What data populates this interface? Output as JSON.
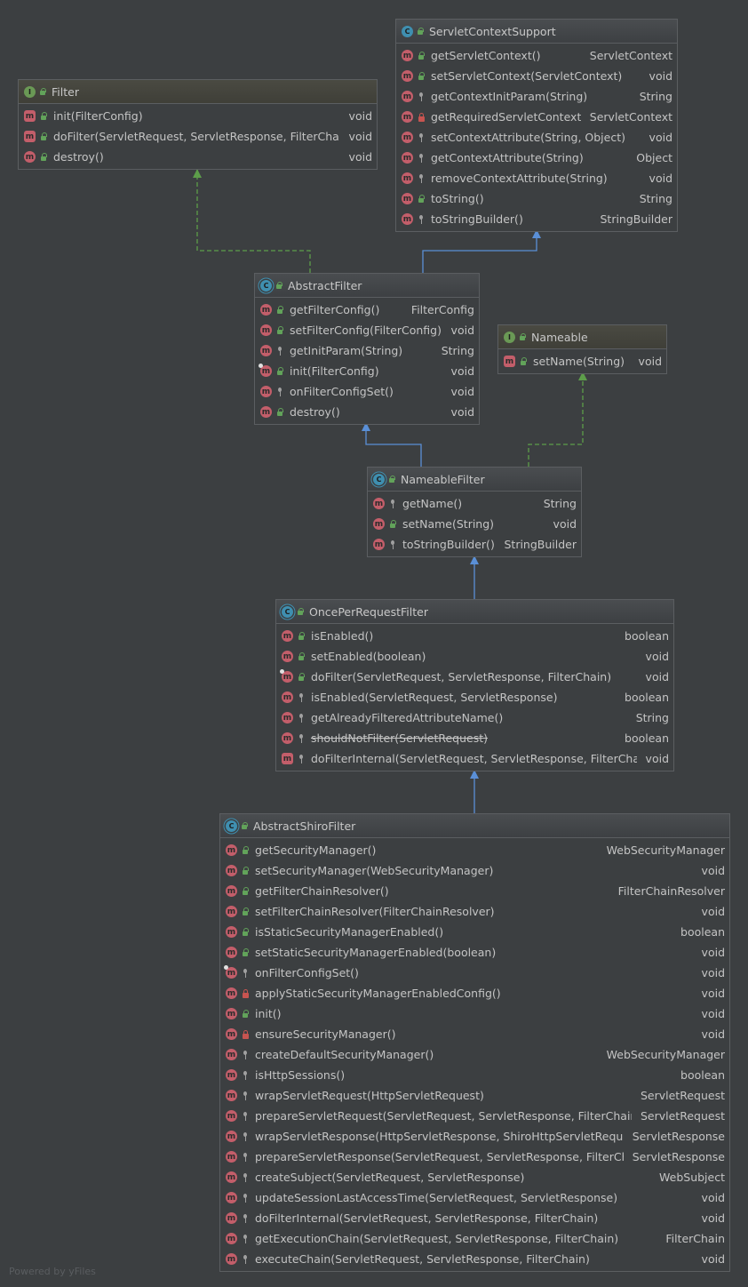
{
  "diagram": {
    "classes": [
      {
        "id": "filter",
        "kind": "interface",
        "kind_letter": "I",
        "title": "Filter",
        "methods": [
          {
            "name": "init(FilterConfig)",
            "ret": "void",
            "vis": "pub",
            "abs": true
          },
          {
            "name": "doFilter(ServletRequest, ServletResponse, FilterChain)",
            "ret": "void",
            "vis": "pub",
            "abs": true
          },
          {
            "name": "destroy()",
            "ret": "void",
            "vis": "pub"
          }
        ]
      },
      {
        "id": "scs",
        "kind": "class",
        "kind_letter": "C",
        "title": "ServletContextSupport",
        "methods": [
          {
            "name": "getServletContext()",
            "ret": "ServletContext",
            "vis": "pub"
          },
          {
            "name": "setServletContext(ServletContext)",
            "ret": "void",
            "vis": "pub"
          },
          {
            "name": "getContextInitParam(String)",
            "ret": "String",
            "vis": "prot"
          },
          {
            "name": "getRequiredServletContext()",
            "ret": "ServletContext",
            "vis": "priv"
          },
          {
            "name": "setContextAttribute(String, Object)",
            "ret": "void",
            "vis": "prot"
          },
          {
            "name": "getContextAttribute(String)",
            "ret": "Object",
            "vis": "prot"
          },
          {
            "name": "removeContextAttribute(String)",
            "ret": "void",
            "vis": "prot"
          },
          {
            "name": "toString()",
            "ret": "String",
            "vis": "pub"
          },
          {
            "name": "toStringBuilder()",
            "ret": "StringBuilder",
            "vis": "prot"
          }
        ]
      },
      {
        "id": "af",
        "kind": "abstract",
        "kind_letter": "C",
        "title": "AbstractFilter",
        "methods": [
          {
            "name": "getFilterConfig()",
            "ret": "FilterConfig",
            "vis": "pub"
          },
          {
            "name": "setFilterConfig(FilterConfig)",
            "ret": "void",
            "vis": "pub"
          },
          {
            "name": "getInitParam(String)",
            "ret": "String",
            "vis": "prot"
          },
          {
            "name": "init(FilterConfig)",
            "ret": "void",
            "vis": "pub",
            "ovr": true
          },
          {
            "name": "onFilterConfigSet()",
            "ret": "void",
            "vis": "prot"
          },
          {
            "name": "destroy()",
            "ret": "void",
            "vis": "pub"
          }
        ]
      },
      {
        "id": "nameable",
        "kind": "interface",
        "kind_letter": "I",
        "title": "Nameable",
        "methods": [
          {
            "name": "setName(String)",
            "ret": "void",
            "vis": "pub",
            "abs": true
          }
        ]
      },
      {
        "id": "nf",
        "kind": "abstract",
        "kind_letter": "C",
        "title": "NameableFilter",
        "methods": [
          {
            "name": "getName()",
            "ret": "String",
            "vis": "prot"
          },
          {
            "name": "setName(String)",
            "ret": "void",
            "vis": "pub"
          },
          {
            "name": "toStringBuilder()",
            "ret": "StringBuilder",
            "vis": "prot"
          }
        ]
      },
      {
        "id": "oprf",
        "kind": "abstract",
        "kind_letter": "C",
        "title": "OncePerRequestFilter",
        "methods": [
          {
            "name": "isEnabled()",
            "ret": "boolean",
            "vis": "pub"
          },
          {
            "name": "setEnabled(boolean)",
            "ret": "void",
            "vis": "pub"
          },
          {
            "name": "doFilter(ServletRequest, ServletResponse, FilterChain)",
            "ret": "void",
            "vis": "pub",
            "ovr": true
          },
          {
            "name": "isEnabled(ServletRequest, ServletResponse)",
            "ret": "boolean",
            "vis": "prot"
          },
          {
            "name": "getAlreadyFilteredAttributeName()",
            "ret": "String",
            "vis": "prot"
          },
          {
            "name": "shouldNotFilter(ServletRequest)",
            "ret": "boolean",
            "vis": "prot",
            "dep": true
          },
          {
            "name": "doFilterInternal(ServletRequest, ServletResponse, FilterChain)",
            "ret": "void",
            "vis": "prot",
            "abs": true
          }
        ]
      },
      {
        "id": "asf",
        "kind": "abstract",
        "kind_letter": "C",
        "title": "AbstractShiroFilter",
        "methods": [
          {
            "name": "getSecurityManager()",
            "ret": "WebSecurityManager",
            "vis": "pub"
          },
          {
            "name": "setSecurityManager(WebSecurityManager)",
            "ret": "void",
            "vis": "pub"
          },
          {
            "name": "getFilterChainResolver()",
            "ret": "FilterChainResolver",
            "vis": "pub"
          },
          {
            "name": "setFilterChainResolver(FilterChainResolver)",
            "ret": "void",
            "vis": "pub"
          },
          {
            "name": "isStaticSecurityManagerEnabled()",
            "ret": "boolean",
            "vis": "pub"
          },
          {
            "name": "setStaticSecurityManagerEnabled(boolean)",
            "ret": "void",
            "vis": "pub"
          },
          {
            "name": "onFilterConfigSet()",
            "ret": "void",
            "vis": "prot",
            "ovr": true
          },
          {
            "name": "applyStaticSecurityManagerEnabledConfig()",
            "ret": "void",
            "vis": "priv"
          },
          {
            "name": "init()",
            "ret": "void",
            "vis": "pub"
          },
          {
            "name": "ensureSecurityManager()",
            "ret": "void",
            "vis": "priv"
          },
          {
            "name": "createDefaultSecurityManager()",
            "ret": "WebSecurityManager",
            "vis": "prot"
          },
          {
            "name": "isHttpSessions()",
            "ret": "boolean",
            "vis": "prot"
          },
          {
            "name": "wrapServletRequest(HttpServletRequest)",
            "ret": "ServletRequest",
            "vis": "prot"
          },
          {
            "name": "prepareServletRequest(ServletRequest, ServletResponse, FilterChain)",
            "ret": "ServletRequest",
            "vis": "prot"
          },
          {
            "name": "wrapServletResponse(HttpServletResponse, ShiroHttpServletRequest)",
            "ret": "ServletResponse",
            "vis": "prot"
          },
          {
            "name": "prepareServletResponse(ServletRequest, ServletResponse, FilterChain)",
            "ret": "ServletResponse",
            "vis": "prot"
          },
          {
            "name": "createSubject(ServletRequest, ServletResponse)",
            "ret": "WebSubject",
            "vis": "prot"
          },
          {
            "name": "updateSessionLastAccessTime(ServletRequest, ServletResponse)",
            "ret": "void",
            "vis": "prot"
          },
          {
            "name": "doFilterInternal(ServletRequest, ServletResponse, FilterChain)",
            "ret": "void",
            "vis": "prot"
          },
          {
            "name": "getExecutionChain(ServletRequest, ServletResponse, FilterChain)",
            "ret": "FilterChain",
            "vis": "prot"
          },
          {
            "name": "executeChain(ServletRequest, ServletResponse, FilterChain)",
            "ret": "void",
            "vis": "prot"
          }
        ]
      }
    ],
    "relations": [
      {
        "from": "af",
        "to": "filter",
        "type": "implements"
      },
      {
        "from": "af",
        "to": "scs",
        "type": "extends"
      },
      {
        "from": "nf",
        "to": "af",
        "type": "extends"
      },
      {
        "from": "nf",
        "to": "nameable",
        "type": "implements"
      },
      {
        "from": "oprf",
        "to": "nf",
        "type": "extends"
      },
      {
        "from": "asf",
        "to": "oprf",
        "type": "extends"
      }
    ],
    "colors": {
      "extends": "#5a8fd6",
      "implements": "#5d9e4a",
      "method_icon": "#c35e6a",
      "background": "#3c3f41"
    }
  },
  "footer": "Powered by yFiles"
}
